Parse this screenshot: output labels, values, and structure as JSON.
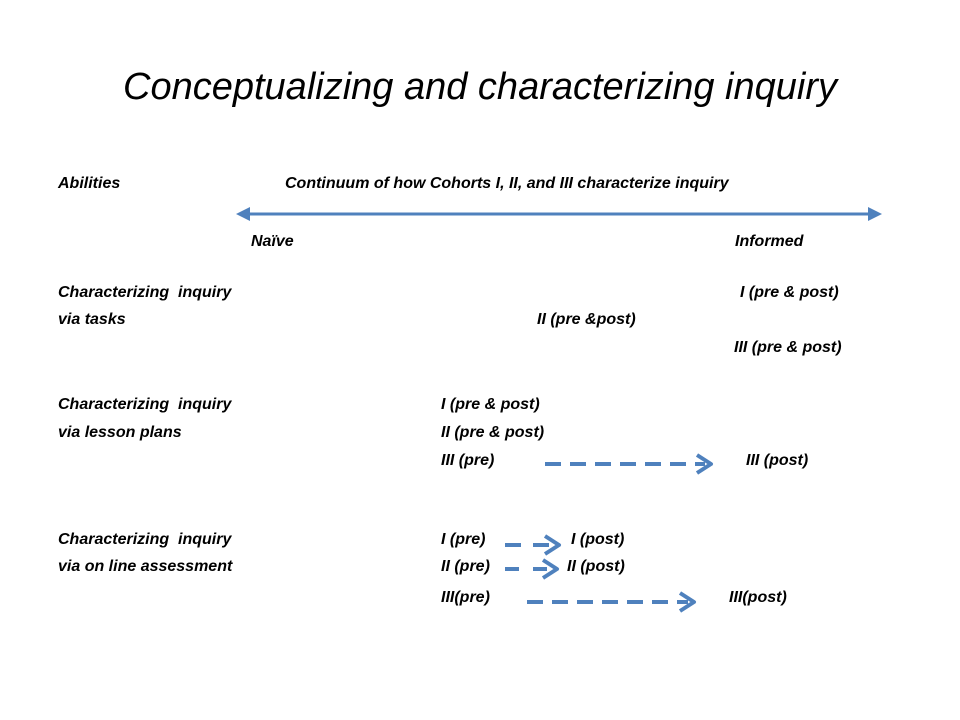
{
  "title": "Conceptualizing and characterizing inquiry",
  "header": {
    "abilities": "Abilities",
    "continuum": "Continuum of how Cohorts I, II, and III characterize inquiry",
    "naive": "Naïve",
    "informed": "Informed"
  },
  "sections": [
    {
      "label_line1": "Characterizing  inquiry",
      "label_line2": "via tasks",
      "entries": [
        "I (pre & post)",
        "II (pre &post)",
        "III (pre & post)"
      ]
    },
    {
      "label_line1": "Characterizing  inquiry",
      "label_line2": "via lesson plans",
      "entries": [
        "I (pre & post)",
        "II (pre & post)",
        "III (pre)",
        "III (post)"
      ]
    },
    {
      "label_line1": "Characterizing  inquiry",
      "label_line2": "via on line assessment",
      "entries": [
        "I (pre)",
        "I (post)",
        "II (pre)",
        "II (post)",
        "III(pre)",
        "III(post)"
      ]
    }
  ],
  "colors": {
    "arrow": "#4f81bd",
    "text": "#000000"
  }
}
